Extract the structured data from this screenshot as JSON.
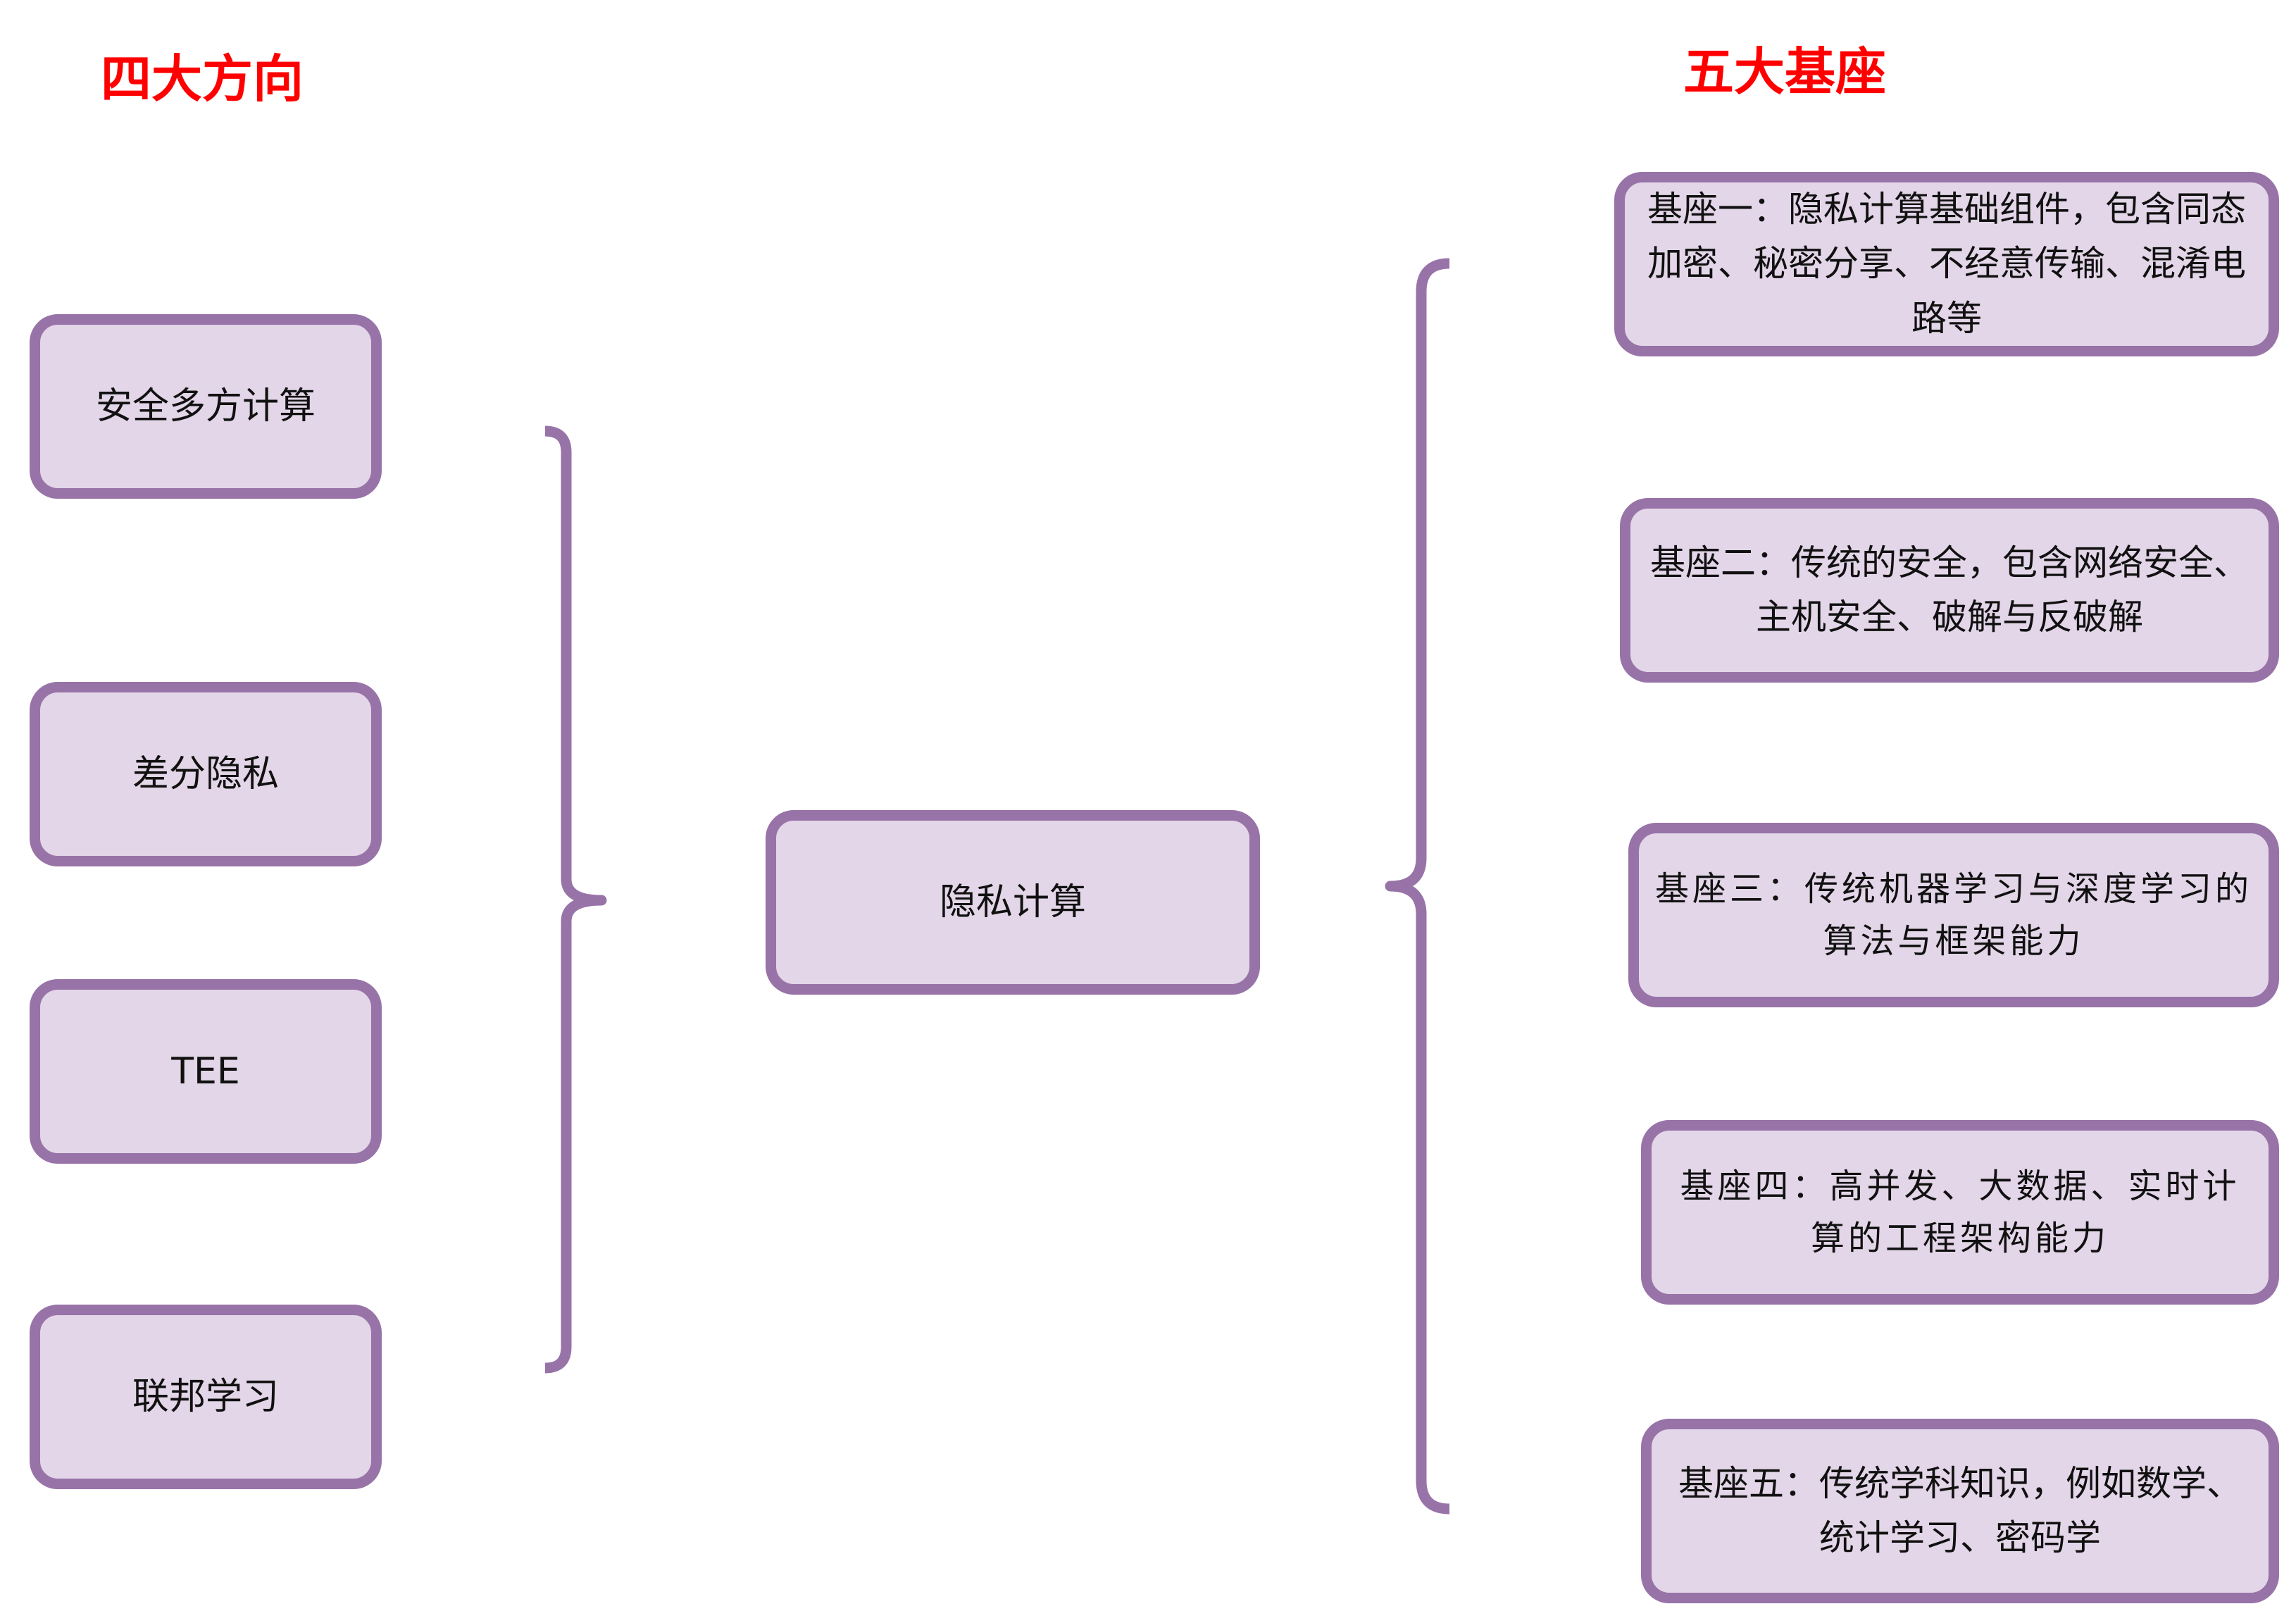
{
  "headings": {
    "left": "四大方向",
    "right": "五大基座"
  },
  "directions": [
    "安全多方计算",
    "差分隐私",
    "TEE",
    "联邦学习"
  ],
  "center": "隐私计算",
  "foundations": [
    "基座一：隐私计算基础组件，包含同态加密、秘密分享、不经意传输、混淆电路等",
    "基座二：传统的安全，包含网络安全、主机安全、破解与反破解",
    "基座三：传统机器学习与深度学习的算法与框架能力",
    "基座四：高并发、大数据、实时计算的工程架构能力",
    "基座五：传统学科知识，例如数学、统计学习、密码学"
  ],
  "colors": {
    "heading": "#ff0000",
    "box_fill": "#e3d6e8",
    "box_border": "#9873a8",
    "bracket": "#9873a8"
  }
}
